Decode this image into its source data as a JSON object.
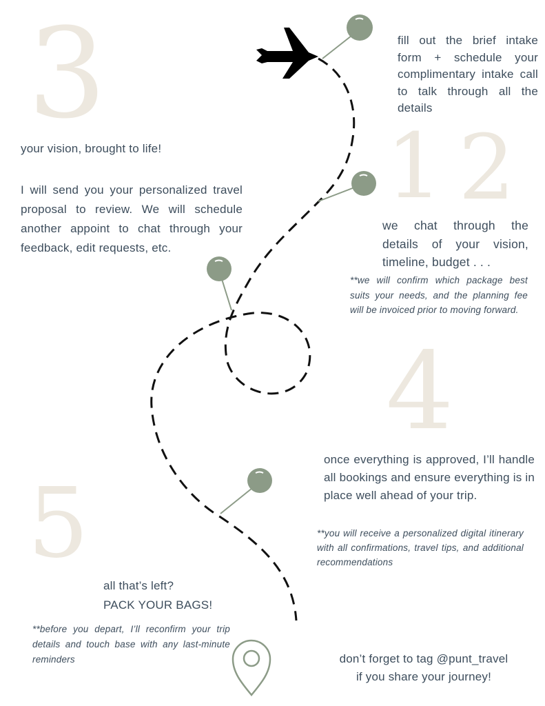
{
  "numerals": [
    "1",
    "2",
    "3",
    "4",
    "5"
  ],
  "colors": {
    "text": "#3d4d5c",
    "pin": "#8c9b87",
    "numeral": "#ede8df",
    "path": "#111111"
  },
  "step1": {
    "text": "fill out the brief intake form + schedule your complimentary intake call to talk through all the details"
  },
  "step2": {
    "text": "we chat through the details of your vision, timeline, budget . . .",
    "note": "**we will confirm which package best suits your needs, and the planning fee will be invoiced prior to moving forward."
  },
  "step3": {
    "heading": "your vision, brought to life!",
    "text": "I will send you your personalized travel  proposal to review. We will schedule another appoint to chat through your feedback, edit requests, etc."
  },
  "step4": {
    "text": "once everything is approved, I’ll handle all bookings and ensure everything is in place well ahead of your trip.",
    "note": "**you will receive a personalized digital itinerary with all confirmations, travel tips, and additional recommendations"
  },
  "step5": {
    "line1": "all that’s left?",
    "line2": "PACK YOUR BAGS!",
    "note": "**before you depart, I’ll reconfirm your trip details and touch base with any last-minute reminders"
  },
  "footer": {
    "line1": "don’t forget to tag @punt_travel",
    "line2": "if you share your journey!"
  }
}
